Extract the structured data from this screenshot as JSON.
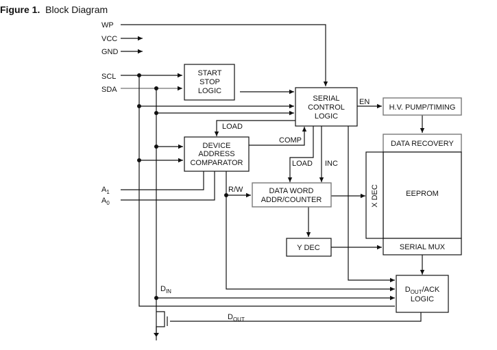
{
  "figure": {
    "number_label": "Figure 1.",
    "title": "Block Diagram"
  },
  "pins": {
    "wp": "WP",
    "vcc": "VCC",
    "gnd": "GND",
    "scl": "SCL",
    "sda": "SDA",
    "a1": "A",
    "a1_sub": "1",
    "a0": "A",
    "a0_sub": "0"
  },
  "blocks": {
    "start_stop": [
      "START",
      "STOP",
      "LOGIC"
    ],
    "serial_control": [
      "SERIAL",
      "CONTROL",
      "LOGIC"
    ],
    "hv_pump": "H.V. PUMP/TIMING",
    "data_recovery": "DATA RECOVERY",
    "device_address": [
      "DEVICE",
      "ADDRESS",
      "COMPARATOR"
    ],
    "data_word": [
      "DATA WORD",
      "ADDR/COUNTER"
    ],
    "x_dec": "X DEC",
    "eeprom": "EEPROM",
    "y_dec": "Y DEC",
    "serial_mux": "SERIAL MUX",
    "dout_ack_main": "D",
    "dout_ack_sub": "OUT",
    "dout_ack_rest": "/ACK",
    "dout_ack_line2": "LOGIC"
  },
  "signals": {
    "en": "EN",
    "load_top": "LOAD",
    "comp": "COMP",
    "load_mid": "LOAD",
    "inc": "INC",
    "rw": "R/W",
    "din": "D",
    "din_sub": "IN",
    "dout": "D",
    "dout_sub": "OUT"
  }
}
